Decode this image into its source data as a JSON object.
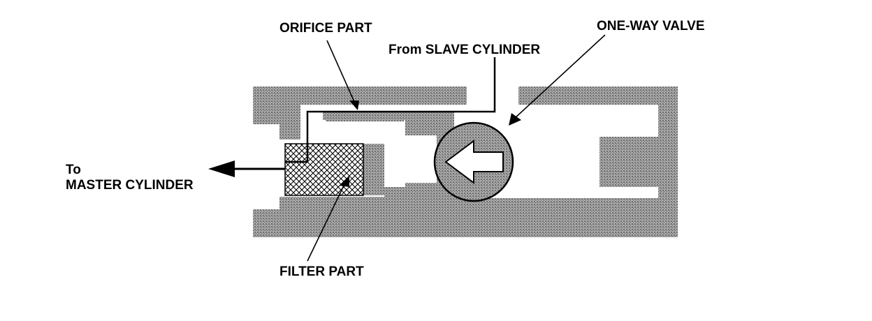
{
  "labels": {
    "orifice_part": "ORIFICE PART",
    "from_slave_cylinder": "From SLAVE CYLINDER",
    "one_way_valve": "ONE-WAY VALVE",
    "to_master_line1": "To",
    "to_master_line2": "MASTER CYLINDER",
    "filter_part": "FILTER PART"
  },
  "colors": {
    "housing": "#8c8c8c",
    "line": "#000000",
    "background": "#ffffff"
  }
}
